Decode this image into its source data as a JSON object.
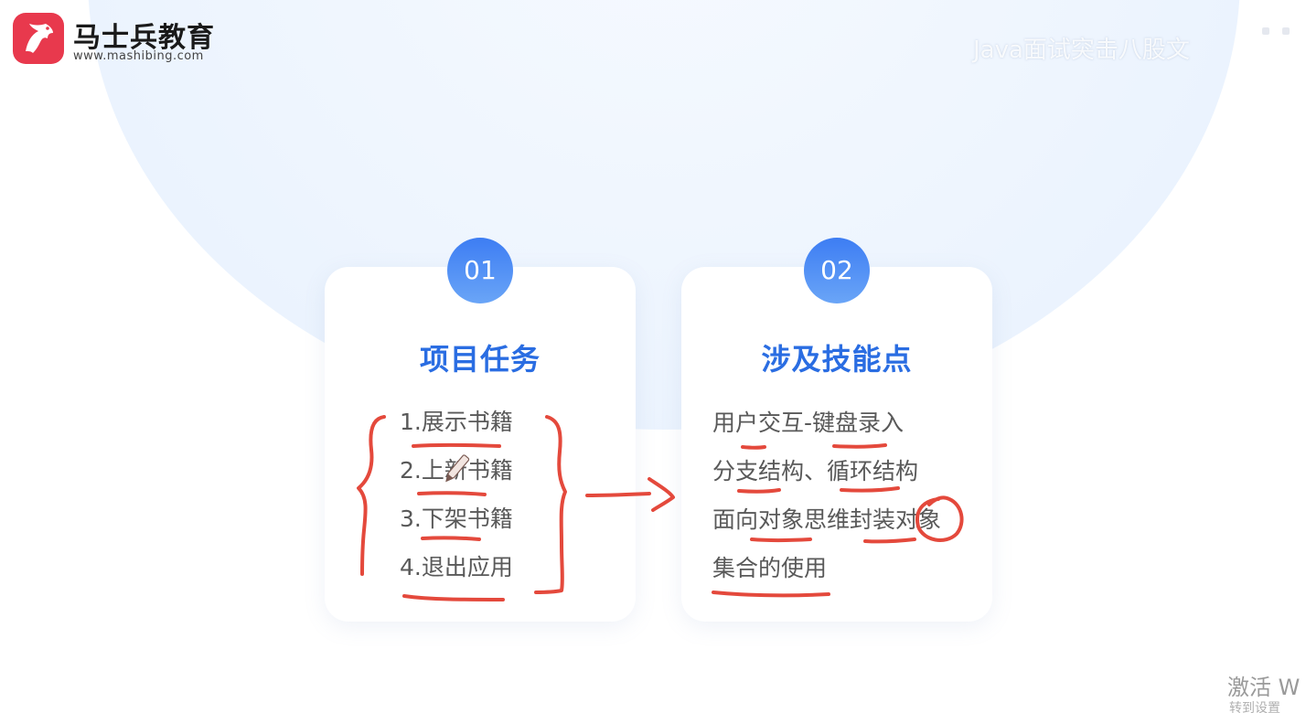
{
  "logo": {
    "name_cn": "马士兵教育",
    "url": "www.mashibing.com"
  },
  "watermark": {
    "text": "Java面试突击八股文"
  },
  "cards": [
    {
      "number": "01",
      "title": "项目任务",
      "items": [
        "1.展示书籍",
        "2.上新书籍",
        "3.下架书籍",
        "4.退出应用"
      ]
    },
    {
      "number": "02",
      "title": "涉及技能点",
      "items": [
        "用户交互-键盘录入",
        "分支结构、循环结构",
        "面向对象思维封装对象",
        "集合的使用"
      ]
    }
  ],
  "system": {
    "activate_text": "激活 W",
    "activate_sub": "转到设置"
  },
  "colors": {
    "accent": "#2a6de2",
    "badge_top": "#3d7df3",
    "badge_bottom": "#6aa5f7",
    "annotation": "#e4493c",
    "logo_red": "#e8394d"
  }
}
